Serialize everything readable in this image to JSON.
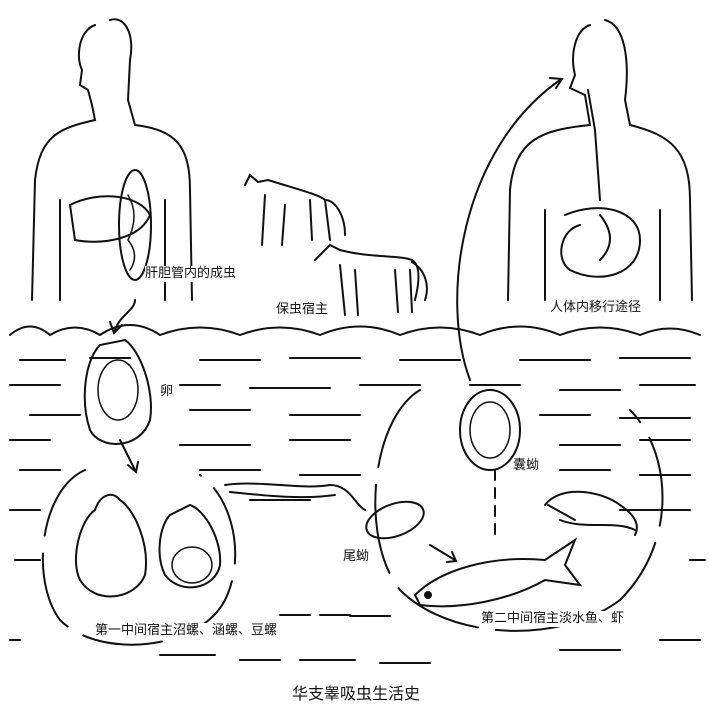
{
  "title": "华支睾吸虫生活史",
  "labels": {
    "adult_in_bile_duct": "肝胆管内的成虫",
    "reservoir_host": "保虫宿主",
    "human_migration_route": "人体内移行途径",
    "egg": "卵",
    "metacercaria": "囊蚴",
    "cercaria": "尾蚴",
    "first_intermediate_host": "第一中间宿主沼螺、涵螺、豆螺",
    "second_intermediate_host": "第二中间宿主淡水鱼、虾"
  }
}
